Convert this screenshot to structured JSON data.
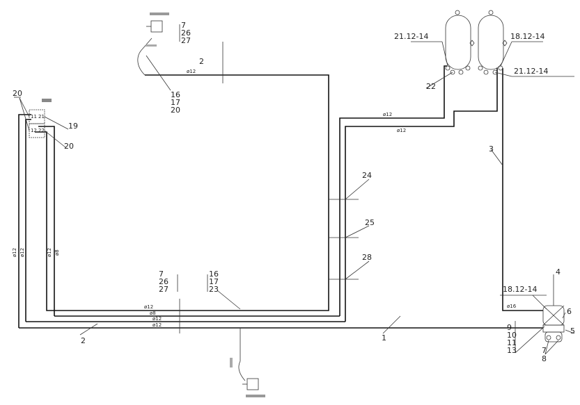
{
  "labels": {
    "l20a": "20",
    "l19": "19",
    "l20b": "20",
    "l7a": "7",
    "l26a": "26",
    "l27a": "27",
    "l2a": "2",
    "l16a": "16",
    "l17a": "17",
    "l20c": "20",
    "l7b": "7",
    "l26b": "26",
    "l27b": "27",
    "l16b": "16",
    "l17b": "17",
    "l23": "23",
    "l2b": "2",
    "l1": "1",
    "l24": "24",
    "l25": "25",
    "l28": "28",
    "l3": "3",
    "l22": "22",
    "t21a": "21.12-14",
    "t18a": "18.12-14",
    "t21b": "21.12-14",
    "t18b": "18.12-14",
    "l4": "4",
    "l6": "6",
    "l5": "5",
    "l7c": "7",
    "l8": "8",
    "l9": "9",
    "l10": "10",
    "l11": "11",
    "l13": "13"
  },
  "pipe_sizes": {
    "top": "ø12",
    "t1": "ø12",
    "t2": "ø12",
    "v1": "ø12",
    "v2": "ø12",
    "v3": "ø12",
    "v4": "ø8",
    "b1": "ø12",
    "b2": "ø8",
    "b3": "ø12",
    "b4": "ø12",
    "r": "ø16"
  },
  "ports": {
    "p11": "11",
    "p21": "21",
    "p12": "12",
    "p22": "22"
  }
}
